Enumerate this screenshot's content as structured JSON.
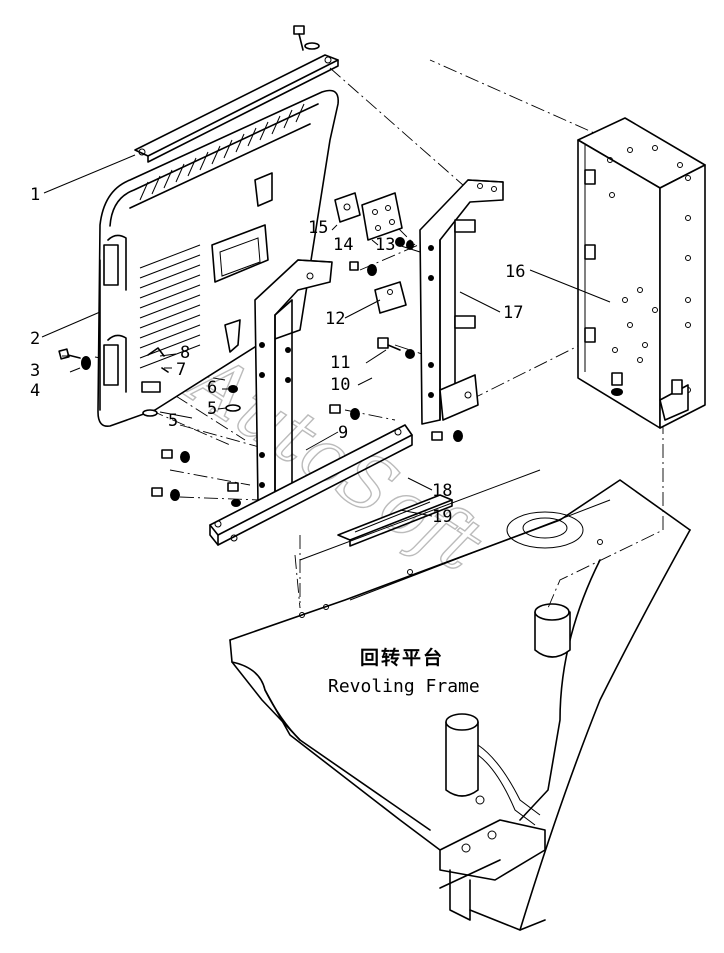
{
  "callouts": [
    "1",
    "2",
    "3",
    "4",
    "5",
    "6",
    "5",
    "7",
    "8",
    "9",
    "10",
    "11",
    "12",
    "13",
    "14",
    "15",
    "16",
    "17",
    "18",
    "19"
  ],
  "caption": {
    "chinese": "回转平台",
    "english": "Revoling Frame"
  },
  "watermark": "AutoSoft"
}
